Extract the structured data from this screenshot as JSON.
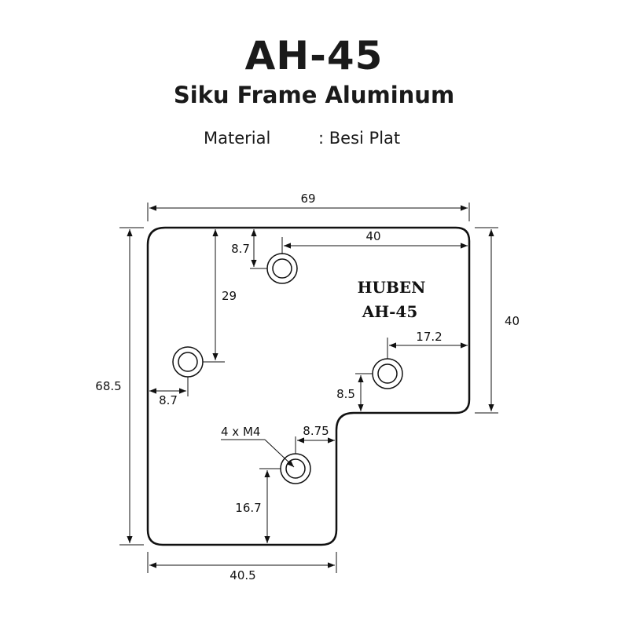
{
  "header": {
    "title": "AH-45",
    "subtitle": "Siku Frame Aluminum",
    "material_label": "Material",
    "material_value": ": Besi Plat"
  },
  "drawing": {
    "stamp_line1": "HUBEN",
    "stamp_line2": "AH-45",
    "dimensions": {
      "total_width": "69",
      "total_height": "68.5",
      "right_height": "40",
      "bottom_width": "40.5",
      "top_hole_offset": "40",
      "top_hole_from_top": "8.7",
      "left_hole_from_top": "29",
      "left_hole_from_left": "8.7",
      "right_hole_from_right": "17.2",
      "right_hole_from_step": "8.5",
      "bottom_hole_from_step": "8.75",
      "bottom_hole_from_bottom": "16.7",
      "hole_callout": "4 x M4"
    }
  },
  "colors": {
    "ink": "#111111",
    "background": "#ffffff"
  }
}
